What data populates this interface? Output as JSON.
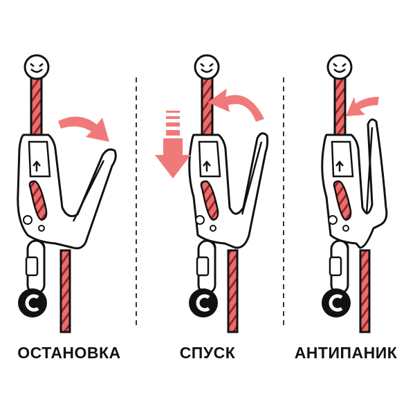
{
  "panels": [
    {
      "caption": "ОСТАНОВКА"
    },
    {
      "caption": "СПУСК"
    },
    {
      "caption": "АНТИПАНИК"
    }
  ],
  "symbols": {
    "anchor_glyph": "◡",
    "brake_glyph": "C"
  },
  "colors": {
    "rope": "#ee6b6b",
    "rope_dark": "#7a1f1f",
    "outline": "#111111",
    "arrow": "#f07a7a",
    "divider": "#333333",
    "background": "#ffffff"
  }
}
